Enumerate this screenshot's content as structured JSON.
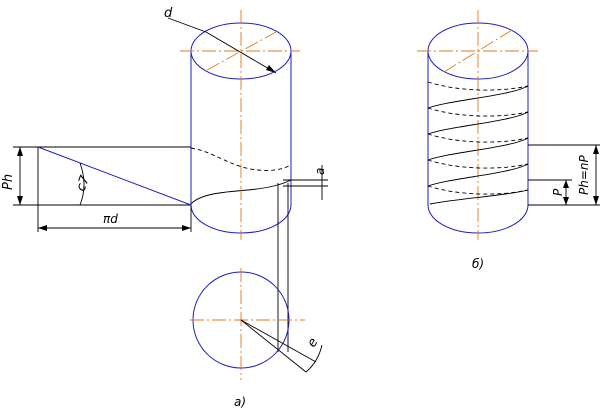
{
  "labels": {
    "diameter": "d",
    "pitch_left": "Ph",
    "angle": "c7",
    "circumference": "πd",
    "thread_a": "a",
    "angle_small": "e",
    "caption_a": "а)",
    "caption_b": "б)",
    "pitch_p": "P",
    "pitch_ph_eq": "Ph=nP"
  },
  "colors": {
    "outline": "#1f1fbf",
    "axis": "#e07a1f",
    "dimension": "#000000"
  }
}
